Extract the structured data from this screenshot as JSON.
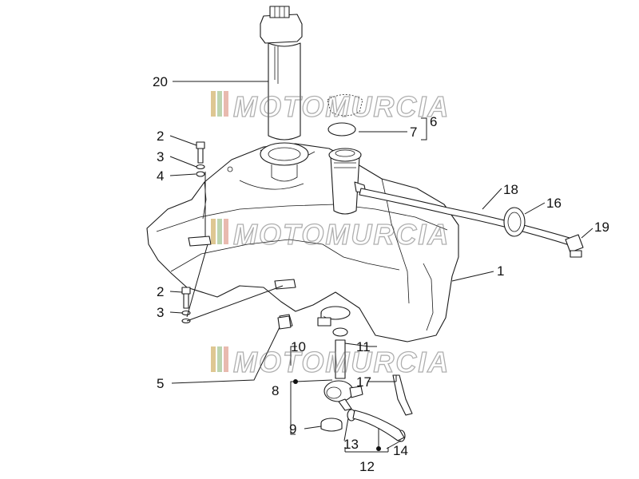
{
  "watermark": {
    "text": "MOTOMURCIA"
  },
  "callouts": {
    "c1": "1",
    "c2a": "2",
    "c2b": "2",
    "c3a": "3",
    "c3b": "3",
    "c4": "4",
    "c5": "5",
    "c6": "6",
    "c7": "7",
    "c8": "8",
    "c9": "9",
    "c10": "10",
    "c11": "11",
    "c12": "12",
    "c13": "13",
    "c14": "14",
    "c16": "16",
    "c17": "17",
    "c18": "18",
    "c19": "19",
    "c20": "20"
  },
  "colors": {
    "stroke": "#1a1a1a",
    "watermark_stripes": [
      "#c8a24a",
      "#8fb87a",
      "#d98c7a"
    ]
  }
}
